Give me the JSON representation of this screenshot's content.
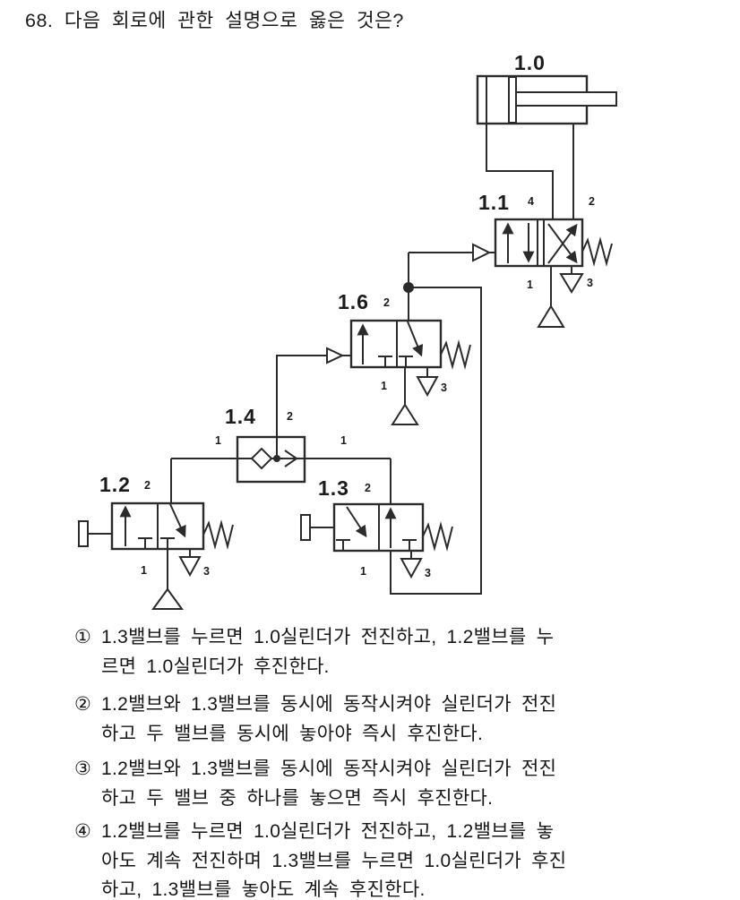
{
  "question": {
    "title": "68. 다음 회로에 관한 설명으로 옳은 것은?"
  },
  "diagram": {
    "cylinder_label": "1.0",
    "valves": {
      "v11": {
        "label": "1.1",
        "ports": {
          "p4": "4",
          "p2": "2",
          "p1": "1",
          "p3": "3"
        }
      },
      "v16": {
        "label": "1.6",
        "ports": {
          "p2": "2",
          "p1": "1",
          "p3": "3"
        }
      },
      "v14": {
        "label": "1.4",
        "ports": {
          "p2": "2",
          "p1l": "1",
          "p1r": "1"
        }
      },
      "v12": {
        "label": "1.2",
        "ports": {
          "p2": "2",
          "p1": "1",
          "p3": "3"
        }
      },
      "v13": {
        "label": "1.3",
        "ports": {
          "p2": "2",
          "p1": "1",
          "p3": "3"
        }
      }
    }
  },
  "options": [
    {
      "marker": "①",
      "lines": [
        "1.3밸브를 누르면 1.0실린더가 전진하고, 1.2밸브를 누",
        "르면 1.0실린더가 후진한다."
      ]
    },
    {
      "marker": "②",
      "lines": [
        "1.2밸브와 1.3밸브를 동시에 동작시켜야 실린더가 전진",
        "하고 두 밸브를 동시에 놓아야 즉시 후진한다."
      ]
    },
    {
      "marker": "③",
      "lines": [
        "1.2밸브와 1.3밸브를 동시에 동작시켜야 실린더가 전진",
        "하고 두 밸브 중 하나를 놓으면 즉시 후진한다."
      ]
    },
    {
      "marker": "④",
      "lines": [
        "1.2밸브를 누르면 1.0실린더가 전진하고, 1.2밸브를 놓",
        "아도 계속 전진하며 1.3밸브를 누르면 1.0실린더가 후진",
        "하고, 1.3밸브를 놓아도 계속 후진한다."
      ]
    }
  ]
}
